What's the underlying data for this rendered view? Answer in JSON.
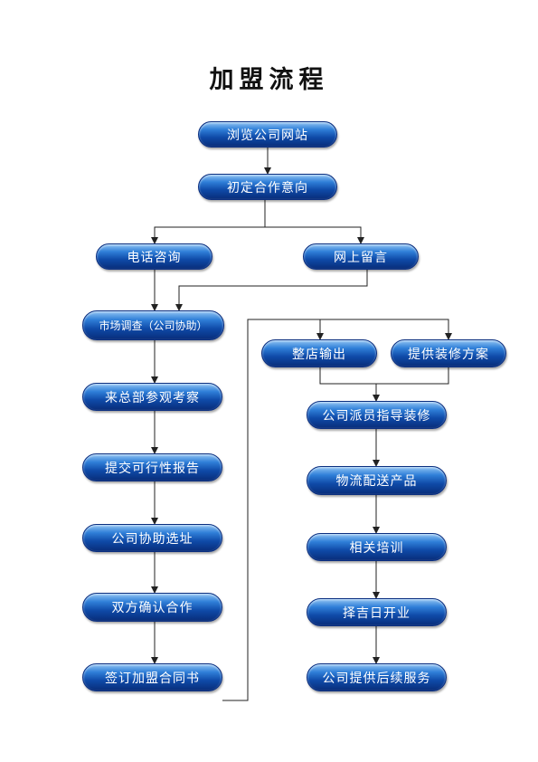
{
  "title": "加盟流程",
  "nodes": {
    "browse": "浏览公司网站",
    "intent": "初定合作意向",
    "phone": "电话咨询",
    "message": "网上留言",
    "survey": "市场调查（公司协助）",
    "visit": "来总部参观考察",
    "report": "提交可行性报告",
    "site": "公司协助选址",
    "confirm": "双方确认合作",
    "contract": "签订加盟合同书",
    "outlet": "整店输出",
    "decor_plan": "提供装修方案",
    "guide": "公司派员指导装修",
    "logistics": "物流配送产品",
    "training": "相关培训",
    "opening": "择吉日开业",
    "service": "公司提供后续服务"
  }
}
